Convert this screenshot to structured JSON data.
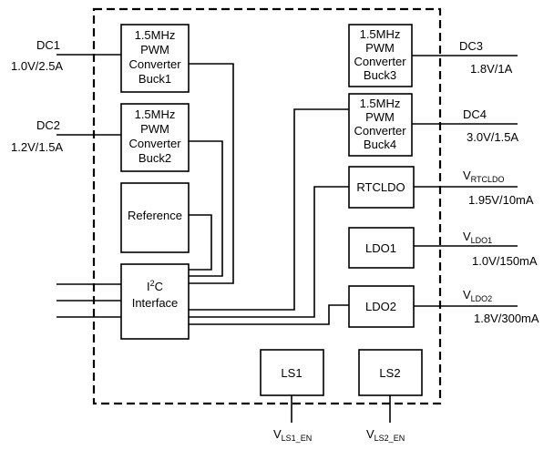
{
  "blocks": {
    "buck1": [
      "1.5MHz",
      "PWM",
      "Converter",
      "Buck1"
    ],
    "buck2": [
      "1.5MHz",
      "PWM",
      "Converter",
      "Buck2"
    ],
    "buck3": [
      "1.5MHz",
      "PWM",
      "Converter",
      "Buck3"
    ],
    "buck4": [
      "1.5MHz",
      "PWM",
      "Converter",
      "Buck4"
    ],
    "reference": "Reference",
    "i2c_main": "I",
    "i2c_sup": "2",
    "i2c_rest": "C",
    "i2c_line2": "Interface",
    "rtcldo": "RTCLDO",
    "ldo1": "LDO1",
    "ldo2": "LDO2",
    "ls1": "LS1",
    "ls2": "LS2"
  },
  "outputs": {
    "dc1": {
      "name": "DC1",
      "spec": "1.0V/2.5A"
    },
    "dc2": {
      "name": "DC2",
      "spec": "1.2V/1.5A"
    },
    "dc3": {
      "name": "DC3",
      "spec": "1.8V/1A"
    },
    "dc4": {
      "name": "DC4",
      "spec": "3.0V/1.5A"
    },
    "vrtcldo": {
      "main": "V",
      "sub": "RTCLDO",
      "spec": "1.95V/10mA"
    },
    "vldo1": {
      "main": "V",
      "sub": "LDO1",
      "spec": "1.0V/150mA"
    },
    "vldo2": {
      "main": "V",
      "sub": "LDO2",
      "spec": "1.8V/300mA"
    },
    "vls1": {
      "main": "V",
      "sub": "LS1_EN"
    },
    "vls2": {
      "main": "V",
      "sub": "LS2_EN"
    }
  }
}
